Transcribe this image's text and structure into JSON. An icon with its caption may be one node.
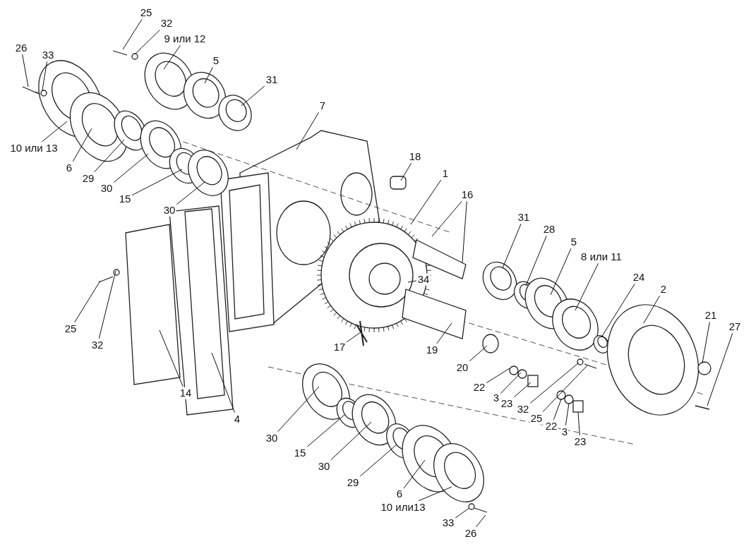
{
  "diagram": {
    "nodes": [
      {
        "text": [
          "26"
        ]
      },
      {
        "text": [
          "33"
        ]
      },
      {
        "text": [
          "25"
        ]
      },
      {
        "text": [
          "32"
        ]
      },
      {
        "text": [
          "9 или 12"
        ]
      },
      {
        "text": [
          "5"
        ]
      },
      {
        "text": [
          "31"
        ]
      },
      {
        "text": [
          "7"
        ]
      },
      {
        "text": [
          "10 или 13"
        ]
      },
      {
        "text": [
          "6"
        ]
      },
      {
        "text": [
          "29"
        ]
      },
      {
        "text": [
          "30"
        ]
      },
      {
        "text": [
          "15"
        ]
      },
      {
        "text": [
          "30"
        ]
      },
      {
        "text": [
          "18"
        ]
      },
      {
        "text": [
          "1"
        ]
      },
      {
        "text": [
          "16"
        ]
      },
      {
        "text": [
          "31"
        ]
      },
      {
        "text": [
          "28"
        ]
      },
      {
        "text": [
          "5"
        ]
      },
      {
        "text": [
          "8 или 11"
        ]
      },
      {
        "text": [
          "24"
        ]
      },
      {
        "text": [
          "2"
        ]
      },
      {
        "text": [
          "34"
        ]
      },
      {
        "text": [
          "25"
        ]
      },
      {
        "text": [
          "32"
        ]
      },
      {
        "text": [
          "17"
        ]
      },
      {
        "text": [
          "19"
        ]
      },
      {
        "text": [
          "20"
        ]
      },
      {
        "text": [
          "21"
        ]
      },
      {
        "text": [
          "27"
        ]
      },
      {
        "text": [
          "14"
        ]
      },
      {
        "text": [
          "4"
        ]
      },
      {
        "text": [
          "22"
        ]
      },
      {
        "text": [
          "3"
        ]
      },
      {
        "text": [
          "23"
        ]
      },
      {
        "text": [
          "32"
        ]
      },
      {
        "text": [
          "25"
        ]
      },
      {
        "text": [
          "22"
        ]
      },
      {
        "text": [
          "3"
        ]
      },
      {
        "text": [
          "23"
        ]
      },
      {
        "text": [
          "30"
        ]
      },
      {
        "text": [
          "15"
        ]
      },
      {
        "text": [
          "30"
        ]
      },
      {
        "text": [
          "29"
        ]
      },
      {
        "text": [
          "6"
        ]
      },
      {
        "text": [
          "10 или13"
        ]
      },
      {
        "text": [
          "33"
        ]
      },
      {
        "text": [
          "26"
        ]
      }
    ],
    "edges": [
      {
        "from": 0,
        "to": null,
        "arrow": "none"
      },
      {
        "from": 1,
        "to": null,
        "arrow": "none"
      },
      {
        "from": 2,
        "to": null,
        "arrow": "none"
      },
      {
        "from": 3,
        "to": null,
        "arrow": "none"
      },
      {
        "from": 4,
        "to": null,
        "arrow": "none"
      },
      {
        "from": 5,
        "to": null,
        "arrow": "none"
      },
      {
        "from": 6,
        "to": null,
        "arrow": "none"
      },
      {
        "from": 7,
        "to": null,
        "arrow": "none"
      },
      {
        "from": 8,
        "to": null,
        "arrow": "none"
      },
      {
        "from": 9,
        "to": null,
        "arrow": "none"
      },
      {
        "from": 10,
        "to": null,
        "arrow": "none"
      },
      {
        "from": 11,
        "to": null,
        "arrow": "none"
      },
      {
        "from": 12,
        "to": null,
        "arrow": "none"
      },
      {
        "from": 13,
        "to": null,
        "arrow": "none"
      },
      {
        "from": 14,
        "to": null,
        "arrow": "none"
      },
      {
        "from": 15,
        "to": null,
        "arrow": "none"
      },
      {
        "from": 16,
        "to": null,
        "arrow": "none"
      },
      {
        "from": 16,
        "to": null,
        "arrow": "none"
      },
      {
        "from": 17,
        "to": null,
        "arrow": "none"
      },
      {
        "from": 18,
        "to": null,
        "arrow": "none"
      },
      {
        "from": 19,
        "to": null,
        "arrow": "none"
      },
      {
        "from": 20,
        "to": null,
        "arrow": "none"
      },
      {
        "from": 21,
        "to": null,
        "arrow": "none"
      },
      {
        "from": 22,
        "to": null,
        "arrow": "none"
      },
      {
        "from": 23,
        "to": null,
        "arrow": "none"
      },
      {
        "from": 24,
        "to": null,
        "arrow": "none"
      },
      {
        "from": 25,
        "to": null,
        "arrow": "none"
      },
      {
        "from": 26,
        "to": null,
        "arrow": "none"
      },
      {
        "from": 27,
        "to": null,
        "arrow": "none"
      },
      {
        "from": 28,
        "to": null,
        "arrow": "none"
      },
      {
        "from": 29,
        "to": null,
        "arrow": "none"
      },
      {
        "from": 30,
        "to": null,
        "arrow": "none"
      },
      {
        "from": 31,
        "to": null,
        "arrow": "none"
      },
      {
        "from": 32,
        "to": null,
        "arrow": "none"
      },
      {
        "from": 33,
        "to": null,
        "arrow": "none"
      },
      {
        "from": 34,
        "to": null,
        "arrow": "none"
      },
      {
        "from": 35,
        "to": null,
        "arrow": "none"
      },
      {
        "from": 36,
        "to": null,
        "arrow": "none"
      },
      {
        "from": 37,
        "to": null,
        "arrow": "none"
      },
      {
        "from": 38,
        "to": null,
        "arrow": "none"
      },
      {
        "from": 39,
        "to": null,
        "arrow": "none"
      },
      {
        "from": 40,
        "to": null,
        "arrow": "none"
      },
      {
        "from": 41,
        "to": null,
        "arrow": "none"
      },
      {
        "from": 42,
        "to": null,
        "arrow": "none"
      },
      {
        "from": 43,
        "to": null,
        "arrow": "none"
      },
      {
        "from": 44,
        "to": null,
        "arrow": "none"
      },
      {
        "from": 45,
        "to": null,
        "arrow": "none"
      },
      {
        "from": 46,
        "to": null,
        "arrow": "none"
      },
      {
        "from": 47,
        "to": null,
        "arrow": "none"
      },
      {
        "from": 48,
        "to": null,
        "arrow": "none"
      }
    ]
  }
}
